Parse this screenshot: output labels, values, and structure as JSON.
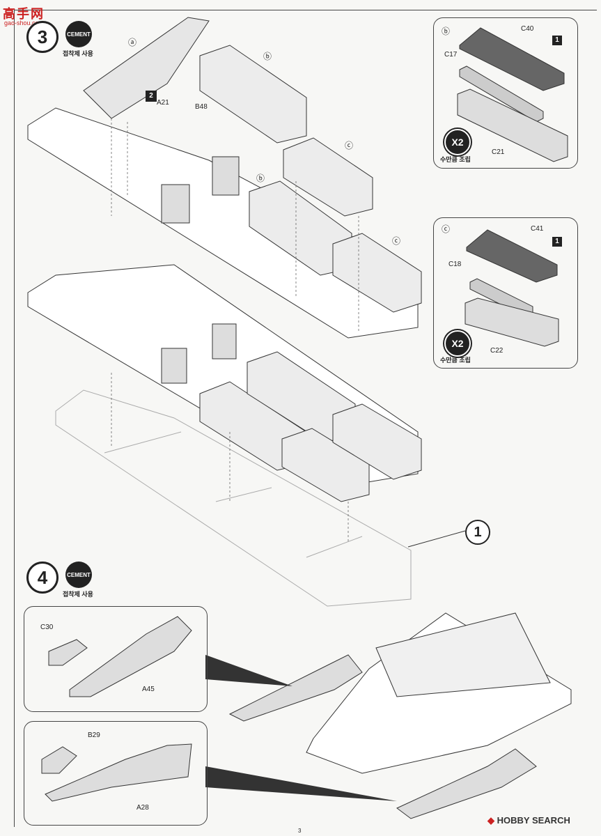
{
  "watermark": {
    "title": "高手网",
    "subtitle": "gao-shou.com"
  },
  "step3": {
    "number": "3",
    "cement_badge": "CEMENT",
    "cement_label": "접착제 사용"
  },
  "step4": {
    "number": "4",
    "cement_badge": "CEMENT",
    "cement_label": "접착제 사용"
  },
  "main_labels": {
    "a": "ⓐ",
    "b_top": "ⓑ",
    "c_mid": "ⓒ",
    "b_mid": "ⓑ",
    "c_low": "ⓒ",
    "a21": "A21",
    "b48": "B48",
    "arrow2": "2"
  },
  "panel_b": {
    "tag": "ⓑ",
    "c40": "C40",
    "c17": "C17",
    "c21": "C21",
    "arrow1": "1",
    "multiplier": "X2",
    "multiplier_label": "수만큼 조립"
  },
  "panel_c": {
    "tag": "ⓒ",
    "c41": "C41",
    "c18": "C18",
    "c22": "C22",
    "arrow1": "1",
    "multiplier": "X2",
    "multiplier_label": "수만큼 조립"
  },
  "ref_one": "1",
  "panel_4a": {
    "c30": "C30",
    "a45": "A45"
  },
  "panel_4b": {
    "b29": "B29",
    "a28": "A28"
  },
  "brand": {
    "mark": "◆",
    "name": "HOBBY SEARCH"
  },
  "page_number": "3"
}
